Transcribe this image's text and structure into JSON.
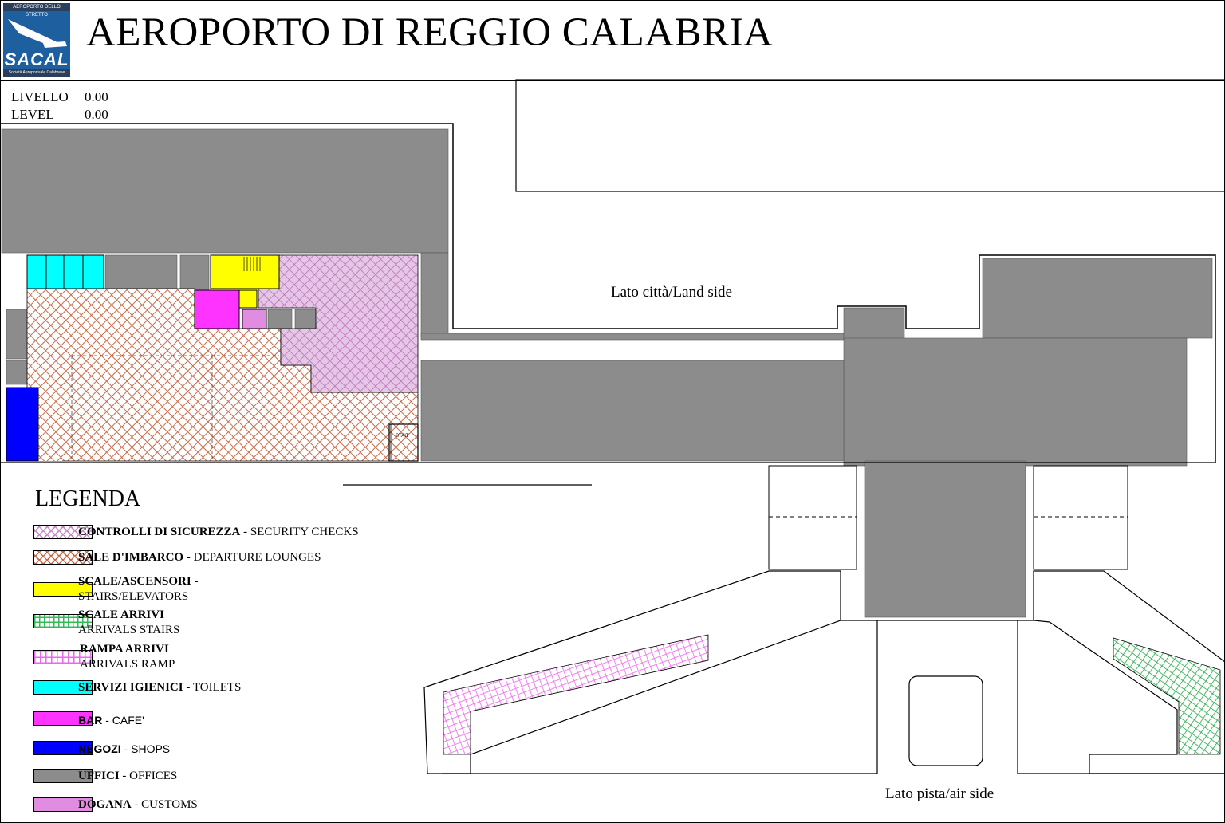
{
  "header": {
    "title": "AEROPORTO DI REGGIO CALABRIA",
    "logo": {
      "top_text": "AEROPORTO DELLO STRETTO",
      "brand": "SACAL",
      "sub_text": "Società Aeroportuale Calabrese"
    }
  },
  "level": {
    "it_label": "LIVELLO",
    "it_value": "0.00",
    "en_label": "LEVEL",
    "en_value": "0.00"
  },
  "map_labels": {
    "land_side": "Lato città/Land side",
    "air_side": "Lato pista/air side",
    "stair_tag": "STAIT"
  },
  "colors": {
    "offices": "#8c8c8c",
    "toilets": "#00ffff",
    "stairs": "#ffff00",
    "bar": "#ff33ff",
    "shops": "#0000ff",
    "customs": "#e08ce0",
    "lounge_hatch": "#c76a4a",
    "security_hatch": "#c886c8",
    "ramp_hatch": "#ee66ee",
    "arrivals_stairs_hatch": "#33bb55"
  },
  "legend": {
    "title": "LEGENDA",
    "items": [
      {
        "key": "security",
        "it": "CONTROLLI DI SICUREZZA",
        "sep": " - ",
        "en": "SECURITY CHECKS"
      },
      {
        "key": "lounge",
        "it": "SALE D'IMBARCO",
        "sep": " - ",
        "en": "DEPARTURE LOUNGES"
      },
      {
        "key": "stairs",
        "it": "SCALE/ASCENSORI",
        "sep": " -",
        "en": "STAIRS/ELEVATORS"
      },
      {
        "key": "arrstairs",
        "it": "SCALE ARRIVI",
        "sep": "",
        "en": "ARRIVALS STAIRS"
      },
      {
        "key": "ramp",
        "it": "RAMPA ARRIVI",
        "sep": "",
        "en": "ARRIVALS RAMP"
      },
      {
        "key": "toilets",
        "it": "SERVIZI IGIENICI",
        "sep": " - ",
        "en": "TOILETS"
      },
      {
        "key": "bar",
        "it": "BAR",
        "sep": " - ",
        "en": "CAFE'"
      },
      {
        "key": "shops",
        "it": "NEGOZI",
        "sep": " - ",
        "en": "SHOPS"
      },
      {
        "key": "offices",
        "it": "UFFICI",
        "sep": " - ",
        "en": "OFFICES"
      },
      {
        "key": "customs",
        "it": "DOGANA",
        "sep": " - ",
        "en": "CUSTOMS"
      }
    ]
  }
}
